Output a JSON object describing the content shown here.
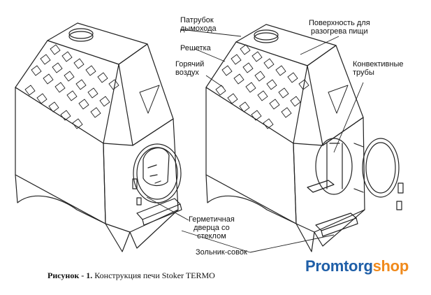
{
  "labels": {
    "flue_pipe": "Патрубок\nдымохода",
    "grate": "Решетка",
    "hot_air": "Горячий\nвоздух",
    "cooking_surface": "Поверхность для\nразогрева пищи",
    "convection_pipes": "Конвективные\nтрубы",
    "sealed_door": "Герметичная\nдверца со\nстеклом",
    "ash_pan": "Зольник-совок"
  },
  "caption": {
    "prefix": "Рисунок - 1.",
    "text": " Конструкция печи Stoker TERMO"
  },
  "logo": {
    "part1": "Promtorg",
    "part2": "shop"
  },
  "colors": {
    "line": "#222222",
    "logo_blue": "#1f5fa8",
    "logo_orange": "#f08a1c"
  }
}
